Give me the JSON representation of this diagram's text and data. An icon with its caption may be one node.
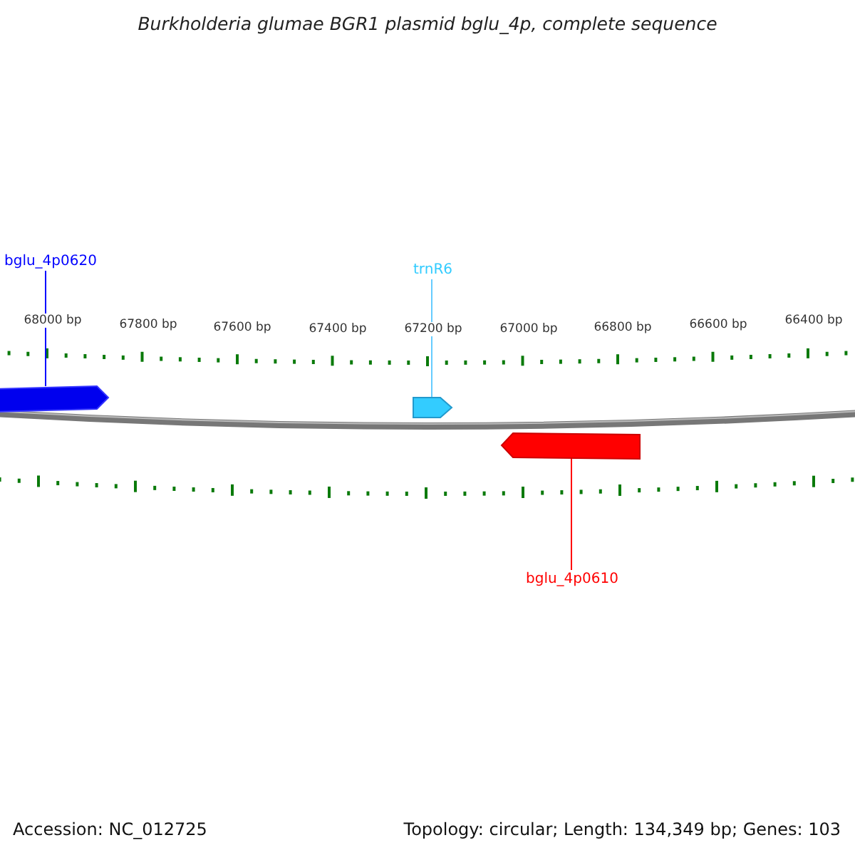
{
  "diagram": {
    "title": "Burkholderia glumae BGR1 plasmid bglu_4p, complete sequence",
    "nodes": [
      {
        "text": [
          "bglu_4p0620"
        ]
      },
      {
        "text": [
          "trnR6"
        ]
      },
      {
        "text": [],
        "shape": "arrow"
      },
      {
        "text": [],
        "shape": "arrow"
      },
      {
        "text": [],
        "shape": "arrow"
      },
      {
        "text": [
          "bglu_4p0610"
        ]
      }
    ],
    "edges": [
      {
        "from": 0,
        "to": 2,
        "arrow": "none",
        "color": "#0000ff"
      },
      {
        "from": 1,
        "to": 3,
        "arrow": "none",
        "color": "#66ccff"
      },
      {
        "from": 5,
        "to": 4,
        "arrow": "none",
        "color": "#ff0000"
      }
    ],
    "labels": [
      "68000 bp",
      "67800 bp",
      "67600 bp",
      "67400 bp",
      "67200 bp",
      "67000 bp",
      "66800 bp",
      "66600 bp",
      "66400 bp",
      "Accession: NC_012725",
      "Topology: circular; Length: 134,349 bp; Genes: 103"
    ]
  }
}
